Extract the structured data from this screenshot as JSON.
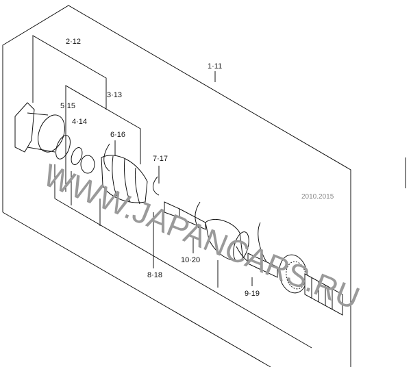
{
  "diagram": {
    "callouts": [
      "2·12",
      "1·11",
      "3·13",
      "5·15",
      "4·14",
      "6·16",
      "7·17",
      "8·18",
      "10·20",
      "9·19"
    ],
    "watermark": "WWW.JAPANCARS.RU",
    "stamp": "2010.2015"
  }
}
